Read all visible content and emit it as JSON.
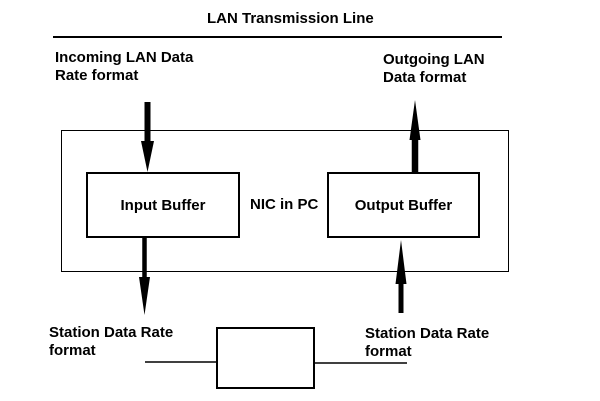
{
  "title": "LAN Transmission Line",
  "colors": {
    "ink": "#000000",
    "background": "#ffffff"
  },
  "nodes": {
    "nic": "NIC in PC",
    "input_buffer": "Input Buffer",
    "output_buffer": "Output Buffer"
  },
  "labels": {
    "incoming": {
      "line1": "Incoming LAN Data",
      "line2": "Rate format"
    },
    "outgoing": {
      "line1": "Outgoing LAN",
      "line2": "Data format"
    },
    "station_left": {
      "line1": "Station Data Rate",
      "line2": "format"
    },
    "station_right": {
      "line1": "Station Data Rate",
      "line2": "format"
    }
  }
}
